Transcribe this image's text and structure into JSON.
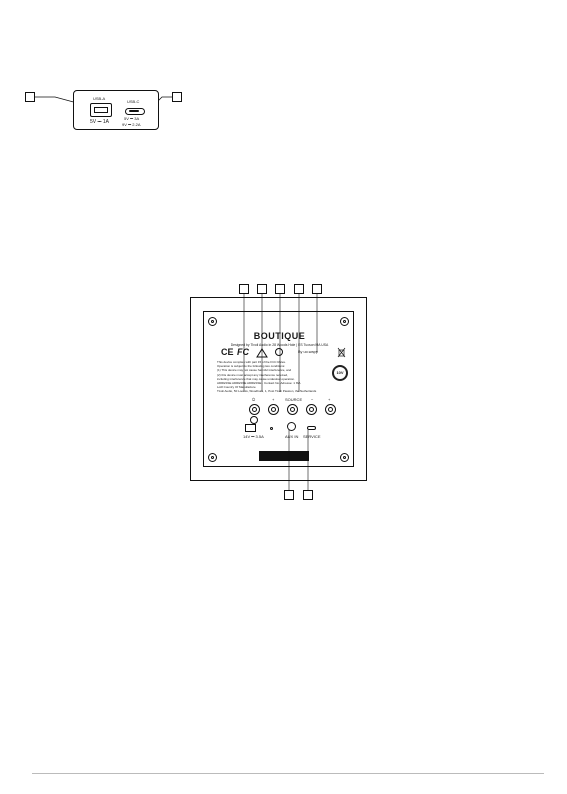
{
  "usb_panel": {
    "usb_a_label": "USB-A",
    "usb_a_rating": "5V ⎓ 1A",
    "usb_c_label": "USB-C",
    "usb_c_rating_1": "5V ⎓ 3A",
    "usb_c_rating_2": "9V ⎓ 2.2A"
  },
  "back_panel": {
    "brand": "BOUTIQUE",
    "designed_by": "Designed by Tivoli Audio in 28 Woods Hole | ES Tucson MA USA",
    "cert_marks": [
      "CE",
      "FC"
    ],
    "by_line": "By uo.wapp",
    "compliance_text": [
      "This device complies with part 15 of the FCC Rules.",
      "Operation is subject to the following two conditions:",
      "(1) This device may not cause harmful interference, and",
      "(2) this device must accept any interference received,",
      "including interference that may cause undesired operation.",
      "ADRESSE ADRESSE ADRESSE · Contact No. Adresse: 1 ISA",
      "Lot# Country Of Manufacture",
      "Tivoli Audio, 50 Loomis, Woodburn, 1, Post Tivoli Passion, the Netherlands"
    ],
    "badge": "10V",
    "knob_labels": [
      "⏻",
      "+",
      "SOURCE",
      "−",
      "+"
    ],
    "power_input": "14V ⎓ 3.5A",
    "aux_in": "AUX IN",
    "service": "SERVICE"
  }
}
